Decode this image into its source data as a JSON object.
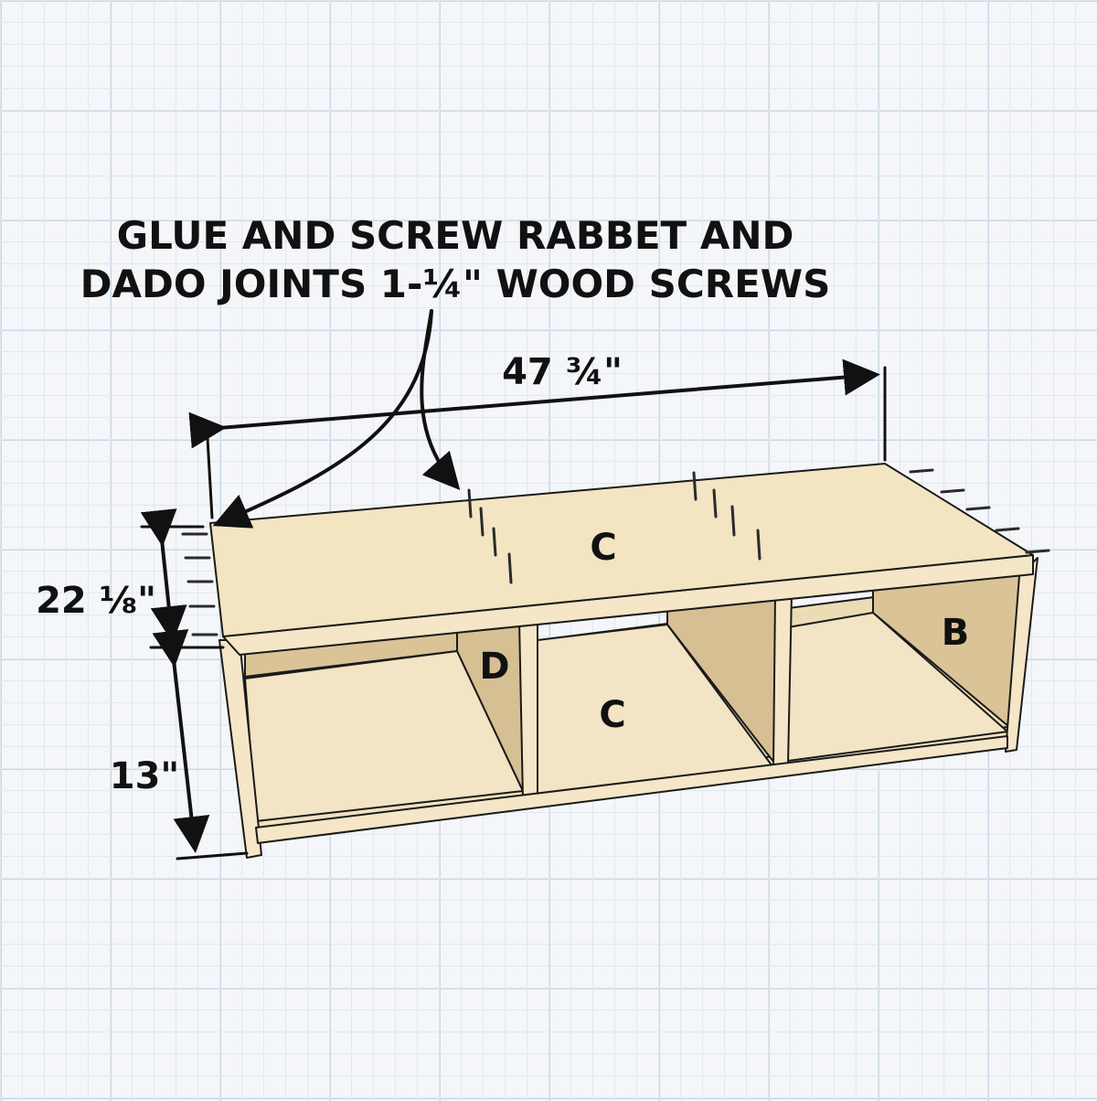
{
  "note": {
    "line1": "GLUE AND SCREW RABBET AND",
    "line2": "DADO JOINTS 1-¼\" WOOD SCREWS"
  },
  "dimensions": {
    "width": "47 ¾\"",
    "depth": "22 ⅛\"",
    "height": "13\""
  },
  "parts": {
    "top": "C",
    "shelf_bottom": "C",
    "divider": "D",
    "side": "B"
  },
  "colors": {
    "grid_background": "#f4f6f9",
    "plywood_light": "#f3e4c2",
    "plywood_mid": "#e8d4a8",
    "plywood_dark": "#d7c096",
    "outline": "#1a1a1a",
    "screw": "#2a2a2a"
  }
}
